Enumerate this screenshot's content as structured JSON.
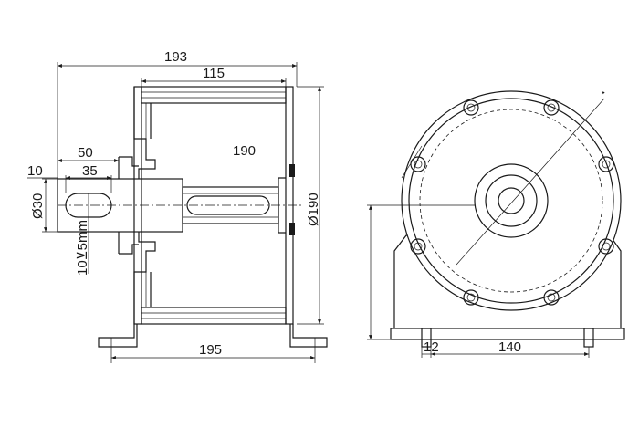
{
  "side_view": {
    "dims": {
      "overall_width": "193",
      "drum_width": "115",
      "drum_label": "190",
      "shaft_length": "50",
      "shaft_offset": "10",
      "key_length": "35",
      "shaft_diameter": "Ø30",
      "key_spec": "10⊻5mm",
      "drum_diameter": "Ø190",
      "base_width": "195"
    }
  },
  "front_view": {
    "dims": {
      "slot_width": "12",
      "base_span": "140"
    }
  },
  "colors": {
    "line": "#1a1a1a",
    "background": "#ffffff"
  }
}
